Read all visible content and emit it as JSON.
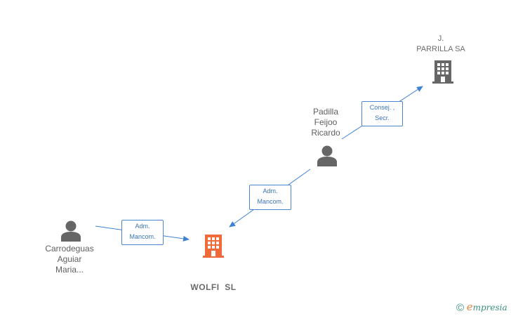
{
  "nodes": {
    "parrilla": {
      "name_lines": [
        "J.",
        "PARRILLA SA"
      ],
      "icon": "building-icon",
      "color": "#666666"
    },
    "padilla": {
      "name_lines": [
        "Padilla",
        "Feijoo",
        "Ricardo"
      ],
      "icon": "person-icon",
      "color": "#666666"
    },
    "carrodeguas": {
      "name_lines": [
        "Carrodeguas",
        "Aguiar",
        "Maria..."
      ],
      "icon": "person-icon",
      "color": "#666666"
    },
    "wolfi": {
      "name": "WOLFI  SL",
      "icon": "building-icon",
      "color": "#f06a3a"
    }
  },
  "edges": {
    "padilla_to_parrilla": {
      "label_lines": [
        "Consej. ,",
        "Secr."
      ]
    },
    "padilla_to_wolfi": {
      "label_lines": [
        "Adm.",
        "Mancom."
      ]
    },
    "carrodeguas_to_wolfi": {
      "label_lines": [
        "Adm.",
        "Mancom."
      ]
    }
  },
  "edge_color": "#3f82d4",
  "brand": {
    "copyright": "©",
    "initial": "e",
    "rest": "mpresia"
  }
}
